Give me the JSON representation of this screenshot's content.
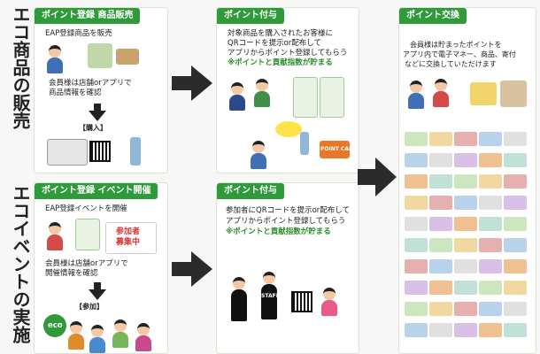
{
  "side_labels": {
    "eco": "エコ商品の販売",
    "event": "エコイベントの実施"
  },
  "eco_sale": {
    "title": "ポイント登録 商品販売",
    "line1": "EAP登録商品を販売",
    "line2": "会員様は店舗orアプリで",
    "line3": "商品情報を確認",
    "bracket": "【購入】"
  },
  "grant_top": {
    "title": "ポイント付与",
    "line1": "対象商品を購入されたお客様に",
    "line2": "QRコードを提示or配布して",
    "line3": "アプリからポイント登録してもらう",
    "line4": "※ポイントと貢献指数が貯まる",
    "card_label": "POINT CARD"
  },
  "event": {
    "title": "ポイント登録 イベント開催",
    "line1": "EAP登録イベントを開催",
    "line2": "会員様は店舗orアプリで",
    "line3": "開催情報を確認",
    "bracket": "【参加】",
    "poster_line1": "参加者",
    "poster_line2": "募集中",
    "eco_label": "eco"
  },
  "grant_bottom": {
    "title": "ポイント付与",
    "line1": "参加者にQRコードを提示or配布して",
    "line2": "アプリからポイント登録してもらう",
    "line3": "※ポイントと貢献指数が貯まる",
    "staff": "STAFF"
  },
  "exchange": {
    "title": "ポイント交換",
    "line1": "会員様は貯まったポイントを",
    "line2": "アプリ内で電子マネー、商品、寄付",
    "line3": "などに交換していただけます"
  },
  "colors": {
    "accent": "#2f9a3a",
    "arrow": "#2b2b2b",
    "note": "#2e8b2e"
  }
}
